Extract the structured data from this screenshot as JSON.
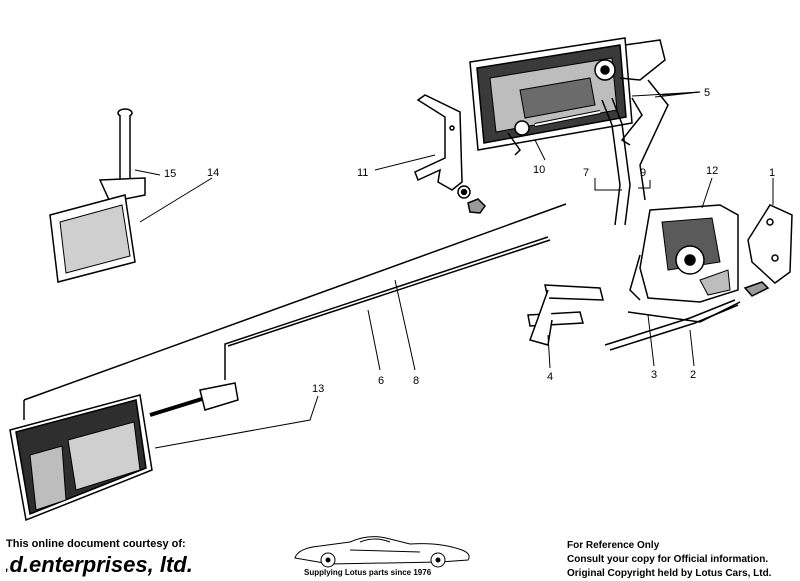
{
  "callouts": {
    "c1": "1",
    "c2": "2",
    "c3": "3",
    "c4": "4",
    "c5": "5",
    "c6": "6",
    "c7": "7",
    "c8": "8",
    "c9": "9",
    "c10": "10",
    "c11": "11",
    "c12": "12",
    "c13": "13",
    "c14": "14",
    "c15": "15"
  },
  "footer": {
    "courtesy": "This online document courtesy of:",
    "brand": "r.d.enterprises, ltd.",
    "tagline": "Supplying Lotus parts since 1976",
    "notice": [
      "For Reference Only",
      "Consult your copy for Official information.",
      "Original Copyright held by Lotus Cars, Ltd."
    ]
  }
}
